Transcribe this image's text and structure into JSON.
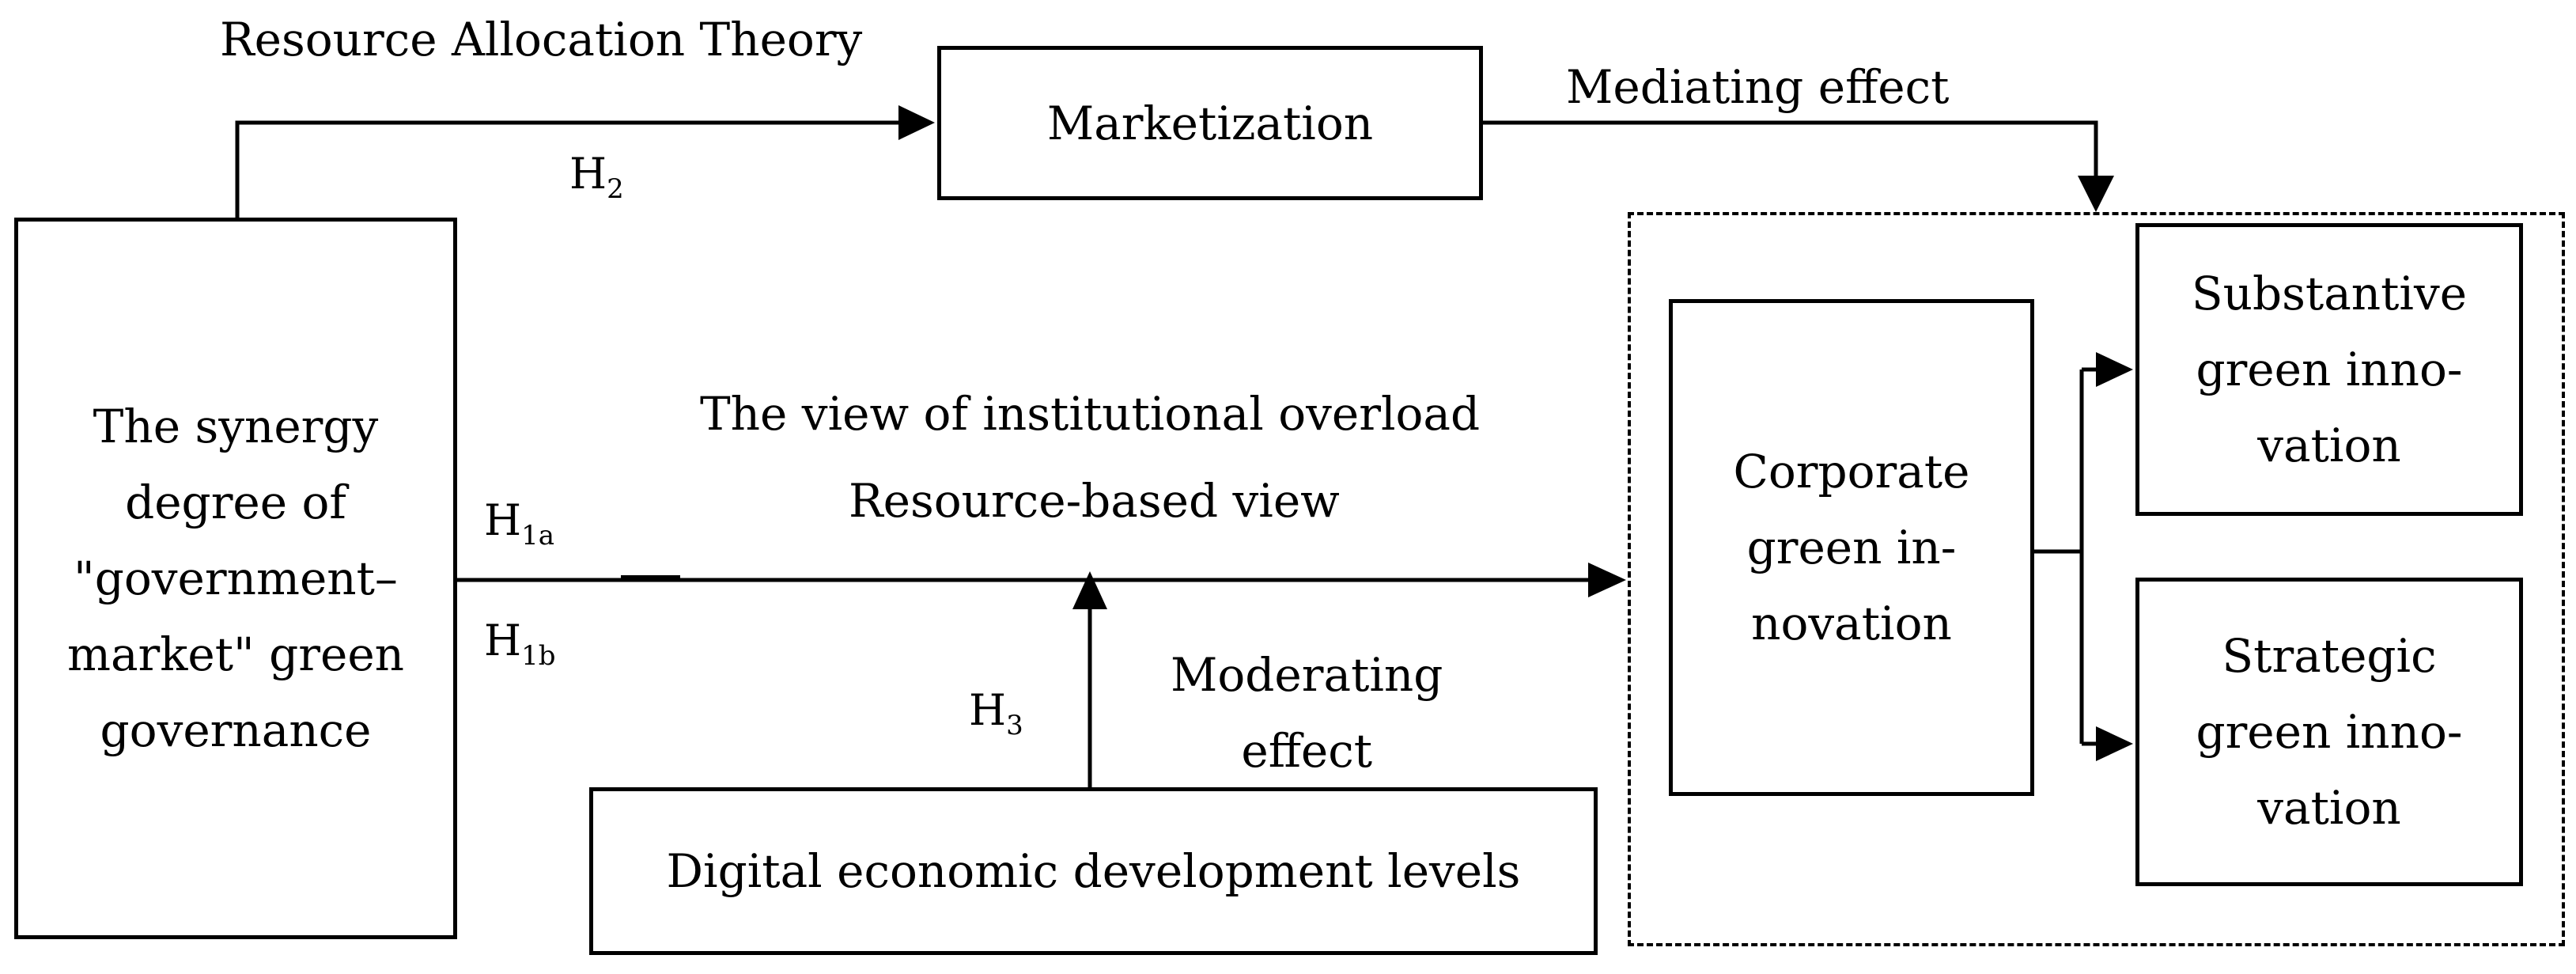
{
  "boxes": {
    "synergy": [
      "The synergy",
      "degree of",
      "\"government–",
      "market\" green",
      "governance"
    ],
    "marketization": "Marketization",
    "digital": "Digital economic development levels",
    "corporate": [
      "Corporate",
      "green in-",
      "novation"
    ],
    "substantive": [
      "Substantive",
      "green inno-",
      "vation"
    ],
    "strategic": [
      "Strategic",
      "green inno-",
      "vation"
    ]
  },
  "labels": {
    "theory_top": "Resource Allocation Theory",
    "mediating": "Mediating effect",
    "institutional_overload": "The view of institutional overload",
    "resource_based": "Resource-based view",
    "moderating": [
      "Moderating",
      "effect"
    ]
  },
  "hypotheses": {
    "h2": {
      "base": "H",
      "sub": "2"
    },
    "h1a": {
      "base": "H",
      "sub": "1a"
    },
    "h1b": {
      "base": "H",
      "sub": "1b"
    },
    "h3": {
      "base": "H",
      "sub": "3"
    }
  }
}
